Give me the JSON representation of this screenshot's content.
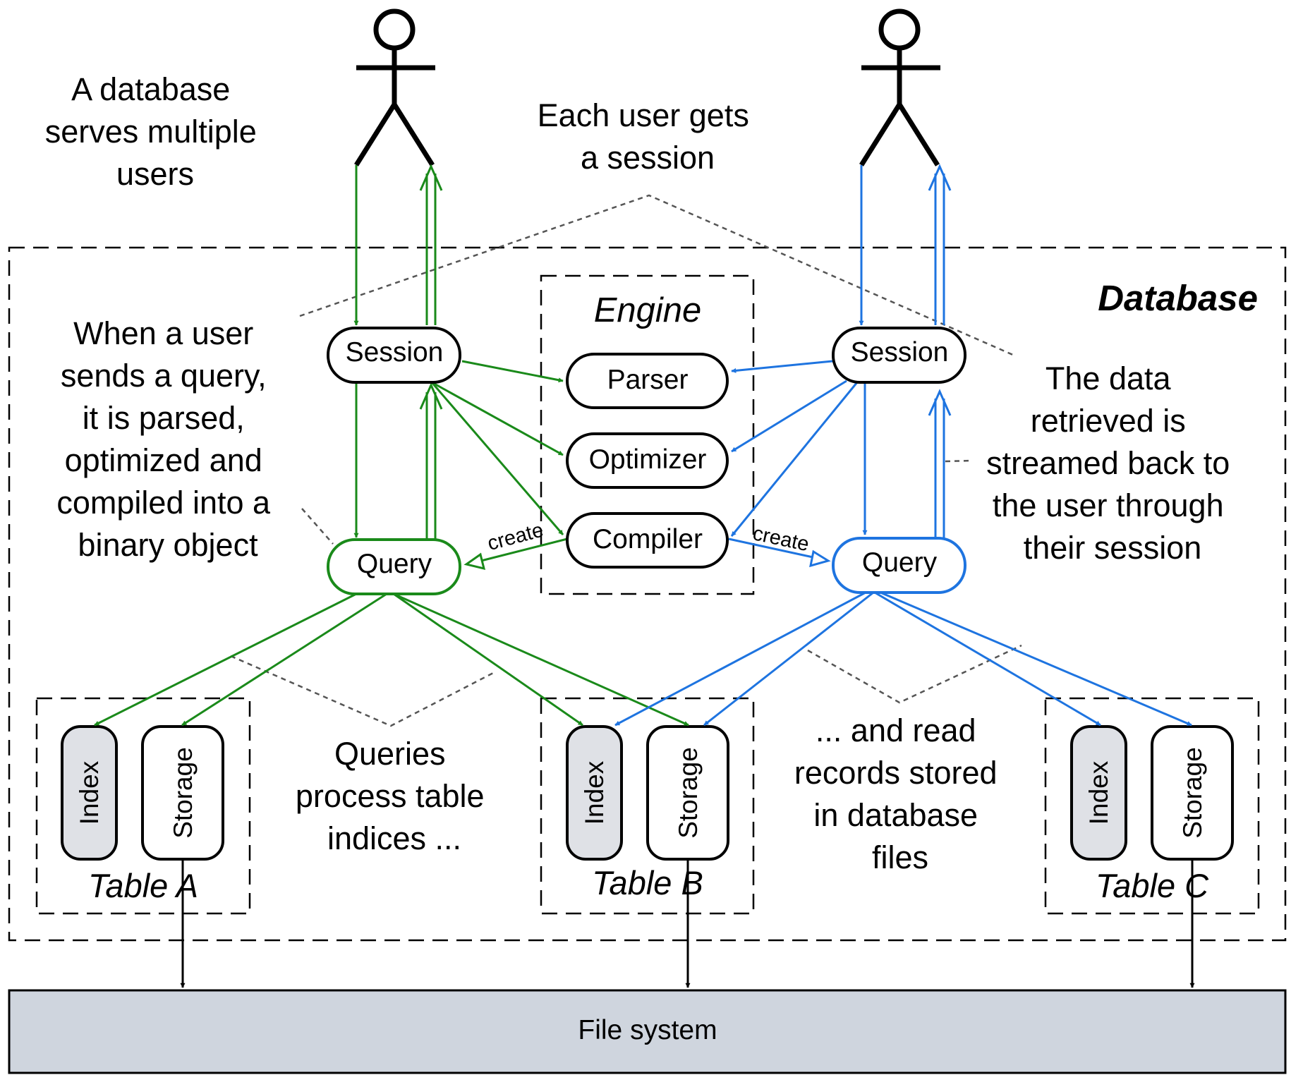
{
  "notes": {
    "multiple_users": [
      "A database",
      "serves multiple",
      "users"
    ],
    "session_per_user": [
      "Each user gets",
      "a session"
    ],
    "query_flow": [
      "When a user",
      "sends a query,",
      "it is parsed,",
      "optimized and",
      "compiled into a",
      "binary object"
    ],
    "data_stream": [
      "The data",
      "retrieved is",
      "streamed back to",
      "the user through",
      "their session"
    ],
    "queries_indices": [
      "Queries",
      "process table",
      "indices ..."
    ],
    "read_records": [
      "... and read",
      "records stored",
      "in database",
      "files"
    ]
  },
  "database": {
    "title": "Database"
  },
  "engine": {
    "title": "Engine",
    "components": [
      "Parser",
      "Optimizer",
      "Compiler"
    ]
  },
  "sessions": {
    "label": "Session"
  },
  "queries": {
    "label": "Query"
  },
  "edges": {
    "create_label": "create"
  },
  "tables": [
    {
      "title": "Table A",
      "index_label": "Index",
      "storage_label": "Storage"
    },
    {
      "title": "Table B",
      "index_label": "Index",
      "storage_label": "Storage"
    },
    {
      "title": "Table C",
      "index_label": "Index",
      "storage_label": "Storage"
    }
  ],
  "filesystem": {
    "label": "File system"
  },
  "colors": {
    "user1_flow": "#1a8a1a",
    "user2_flow": "#1e74e0",
    "index_fill": "#dfe1e6",
    "filesystem_fill": "#cfd5de",
    "annotation_line": "#555555",
    "outline": "#000000"
  }
}
